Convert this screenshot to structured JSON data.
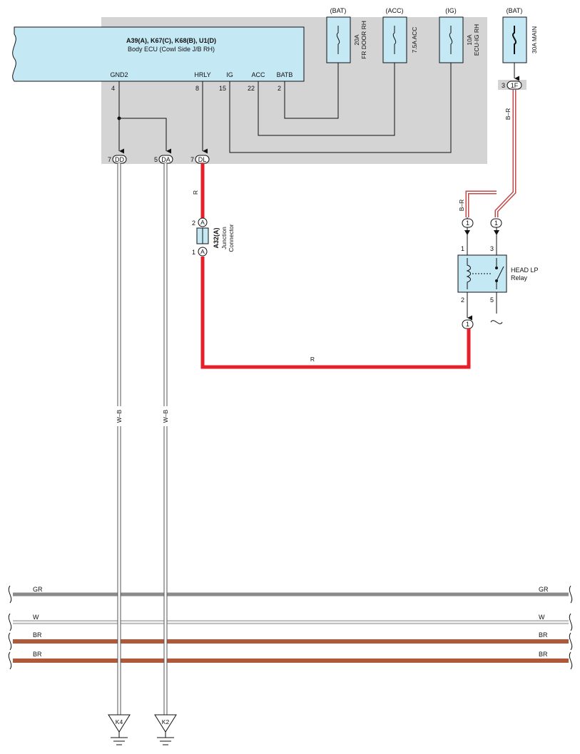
{
  "ecu": {
    "title": "A39(A), K67(C), K68(B), U1(D)",
    "subtitle": "Body ECU (Cowl Side J/B RH)",
    "pins": [
      {
        "name": "GND2",
        "number": "4"
      },
      {
        "name": "HRLY",
        "number": "8"
      },
      {
        "name": "IG",
        "number": "15"
      },
      {
        "name": "ACC",
        "number": "22"
      },
      {
        "name": "BATB",
        "number": "2"
      }
    ]
  },
  "fuses": [
    {
      "source": "(BAT)",
      "rating": "20A",
      "name": "FR DOOR RH"
    },
    {
      "source": "(ACC)",
      "rating": "7.5A ACC",
      "name": ""
    },
    {
      "source": "(IG)",
      "rating": "10A",
      "name": "ECU-IG RH"
    },
    {
      "source": "(BAT)",
      "rating": "30A MAIN",
      "name": ""
    }
  ],
  "connectors": {
    "dd": {
      "pin": "7",
      "id": "DD"
    },
    "da": {
      "pin": "5",
      "id": "DA"
    },
    "dl": {
      "pin": "7",
      "id": "DL"
    },
    "f1": {
      "pin": "3",
      "id": "1F"
    },
    "relay_in_left": "1",
    "relay_in_right": "1",
    "relay_out": "1"
  },
  "junction": {
    "code": "A32(A)",
    "name_line1": "Junction",
    "name_line2": "Connector",
    "pin_top": "2",
    "pin_bottom": "1",
    "id": "A"
  },
  "relay": {
    "name_line1": "HEAD LP",
    "name_line2": "Relay",
    "pin1": "1",
    "pin2": "2",
    "pin3": "3",
    "pin5": "5"
  },
  "wires": {
    "r_vertical": "R",
    "r_horizontal": "R",
    "br_main": "B–R",
    "br_relay": "B–R",
    "wb_left": "W–B",
    "wb_right": "W–B"
  },
  "buses": [
    {
      "label": "GR",
      "color": "#8a8a8a"
    },
    {
      "label": "W",
      "color": "#d9d9d9"
    },
    {
      "label": "BR",
      "color": "#b0583a"
    },
    {
      "label": "BR",
      "color": "#b0583a"
    }
  ],
  "grounds": [
    {
      "id": "K4"
    },
    {
      "id": "K2"
    }
  ],
  "colors": {
    "ecu_fill": "#c5e8f5",
    "junction_box_fill": "#d4d4d4",
    "red_wire": "#e4202a",
    "br_wire_outer": "#c44a4a"
  }
}
